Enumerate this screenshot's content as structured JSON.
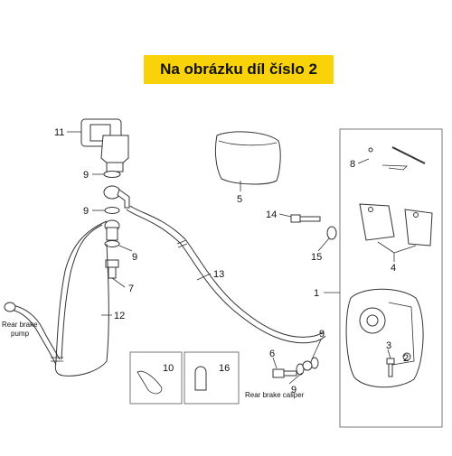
{
  "banner": {
    "text": "Na obrázku díl číslo 2"
  },
  "callouts": {
    "n1": "1",
    "n2": "2",
    "n3": "3",
    "n4": "4",
    "n5": "5",
    "n6": "6",
    "n7": "7",
    "n8": "8",
    "n9a": "9",
    "n9b": "9",
    "n9c": "9",
    "n9d": "9",
    "n9e": "9",
    "n10": "10",
    "n11": "11",
    "n12": "12",
    "n13": "13",
    "n14": "14",
    "n15": "15",
    "n16": "16"
  },
  "captions": {
    "pump_line1": "Rear brake",
    "pump_line2": "pump",
    "caliper": "Rear brake caliper"
  },
  "colors": {
    "banner_bg": "#f9d20a",
    "line": "#333333"
  }
}
